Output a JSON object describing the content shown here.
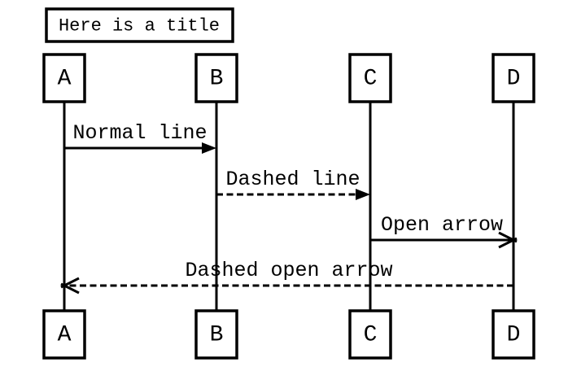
{
  "diagram": {
    "kind": "sequence-diagram",
    "title": "Here is a title",
    "colors": {
      "stroke": "#000000",
      "background": "#ffffff"
    },
    "actors": [
      {
        "id": "A",
        "label": "A"
      },
      {
        "id": "B",
        "label": "B"
      },
      {
        "id": "C",
        "label": "C"
      },
      {
        "id": "D",
        "label": "D"
      }
    ],
    "messages": [
      {
        "from": "A",
        "to": "B",
        "label": "Normal line",
        "line_style": "solid",
        "arrowhead": "filled"
      },
      {
        "from": "B",
        "to": "C",
        "label": "Dashed line",
        "line_style": "dashed",
        "arrowhead": "filled"
      },
      {
        "from": "C",
        "to": "D",
        "label": "Open arrow",
        "line_style": "solid",
        "arrowhead": "open"
      },
      {
        "from": "D",
        "to": "A",
        "label": "Dashed open arrow",
        "line_style": "dashed",
        "arrowhead": "open"
      }
    ]
  }
}
